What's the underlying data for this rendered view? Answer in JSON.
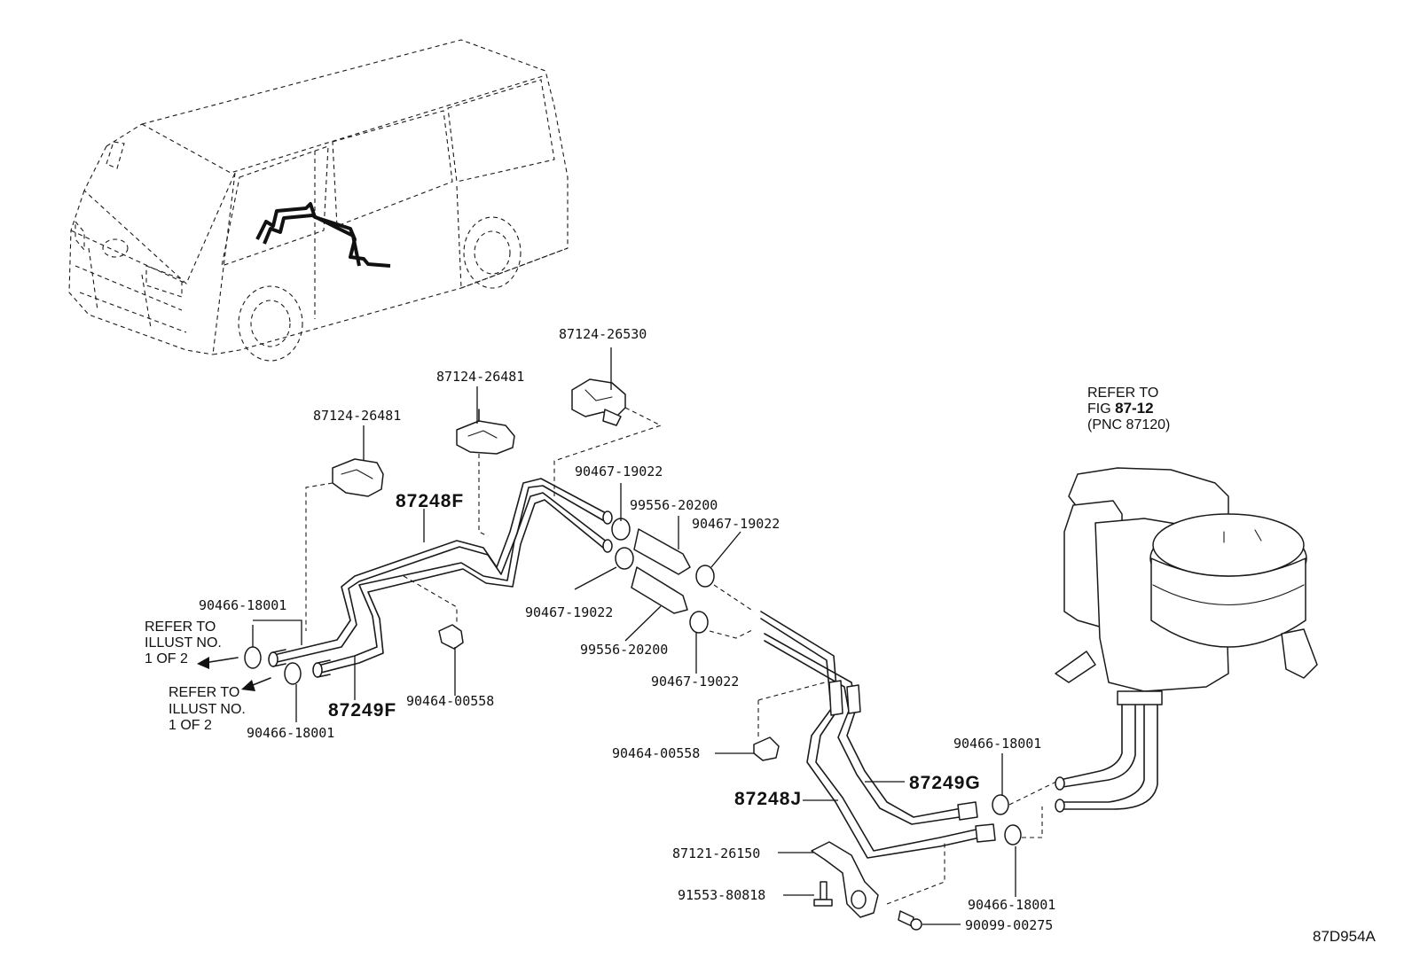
{
  "diagram_code": "87D954A",
  "refer_fig": {
    "line1": "REFER TO",
    "line2_prefix": "FIG ",
    "line2_ref": "87-12",
    "line3": "(PNC 87120)"
  },
  "refer_illust_1": [
    "REFER TO",
    "ILLUST NO.",
    "1 OF 2"
  ],
  "refer_illust_2": [
    "REFER TO",
    "ILLUST NO.",
    "1 OF 2"
  ],
  "labels": {
    "p87124_26530": "87124-26530",
    "p87124_26481_a": "87124-26481",
    "p87124_26481_b": "87124-26481",
    "p87248F": "87248F",
    "p87249F": "87249F",
    "p87248J": "87248J",
    "p87249G": "87249G",
    "p90467_19022_a": "90467-19022",
    "p99556_20200_a": "99556-20200",
    "p90467_19022_b": "90467-19022",
    "p90467_19022_c": "90467-19022",
    "p99556_20200_b": "99556-20200",
    "p90467_19022_d": "90467-19022",
    "p90466_18001_a": "90466-18001",
    "p90466_18001_b": "90466-18001",
    "p90466_18001_c": "90466-18001",
    "p90466_18001_d": "90466-18001",
    "p90464_00558_a": "90464-00558",
    "p90464_00558_b": "90464-00558",
    "p87121_26150": "87121-26150",
    "p91553_80818": "91553-80818",
    "p90099_00275": "90099-00275"
  }
}
